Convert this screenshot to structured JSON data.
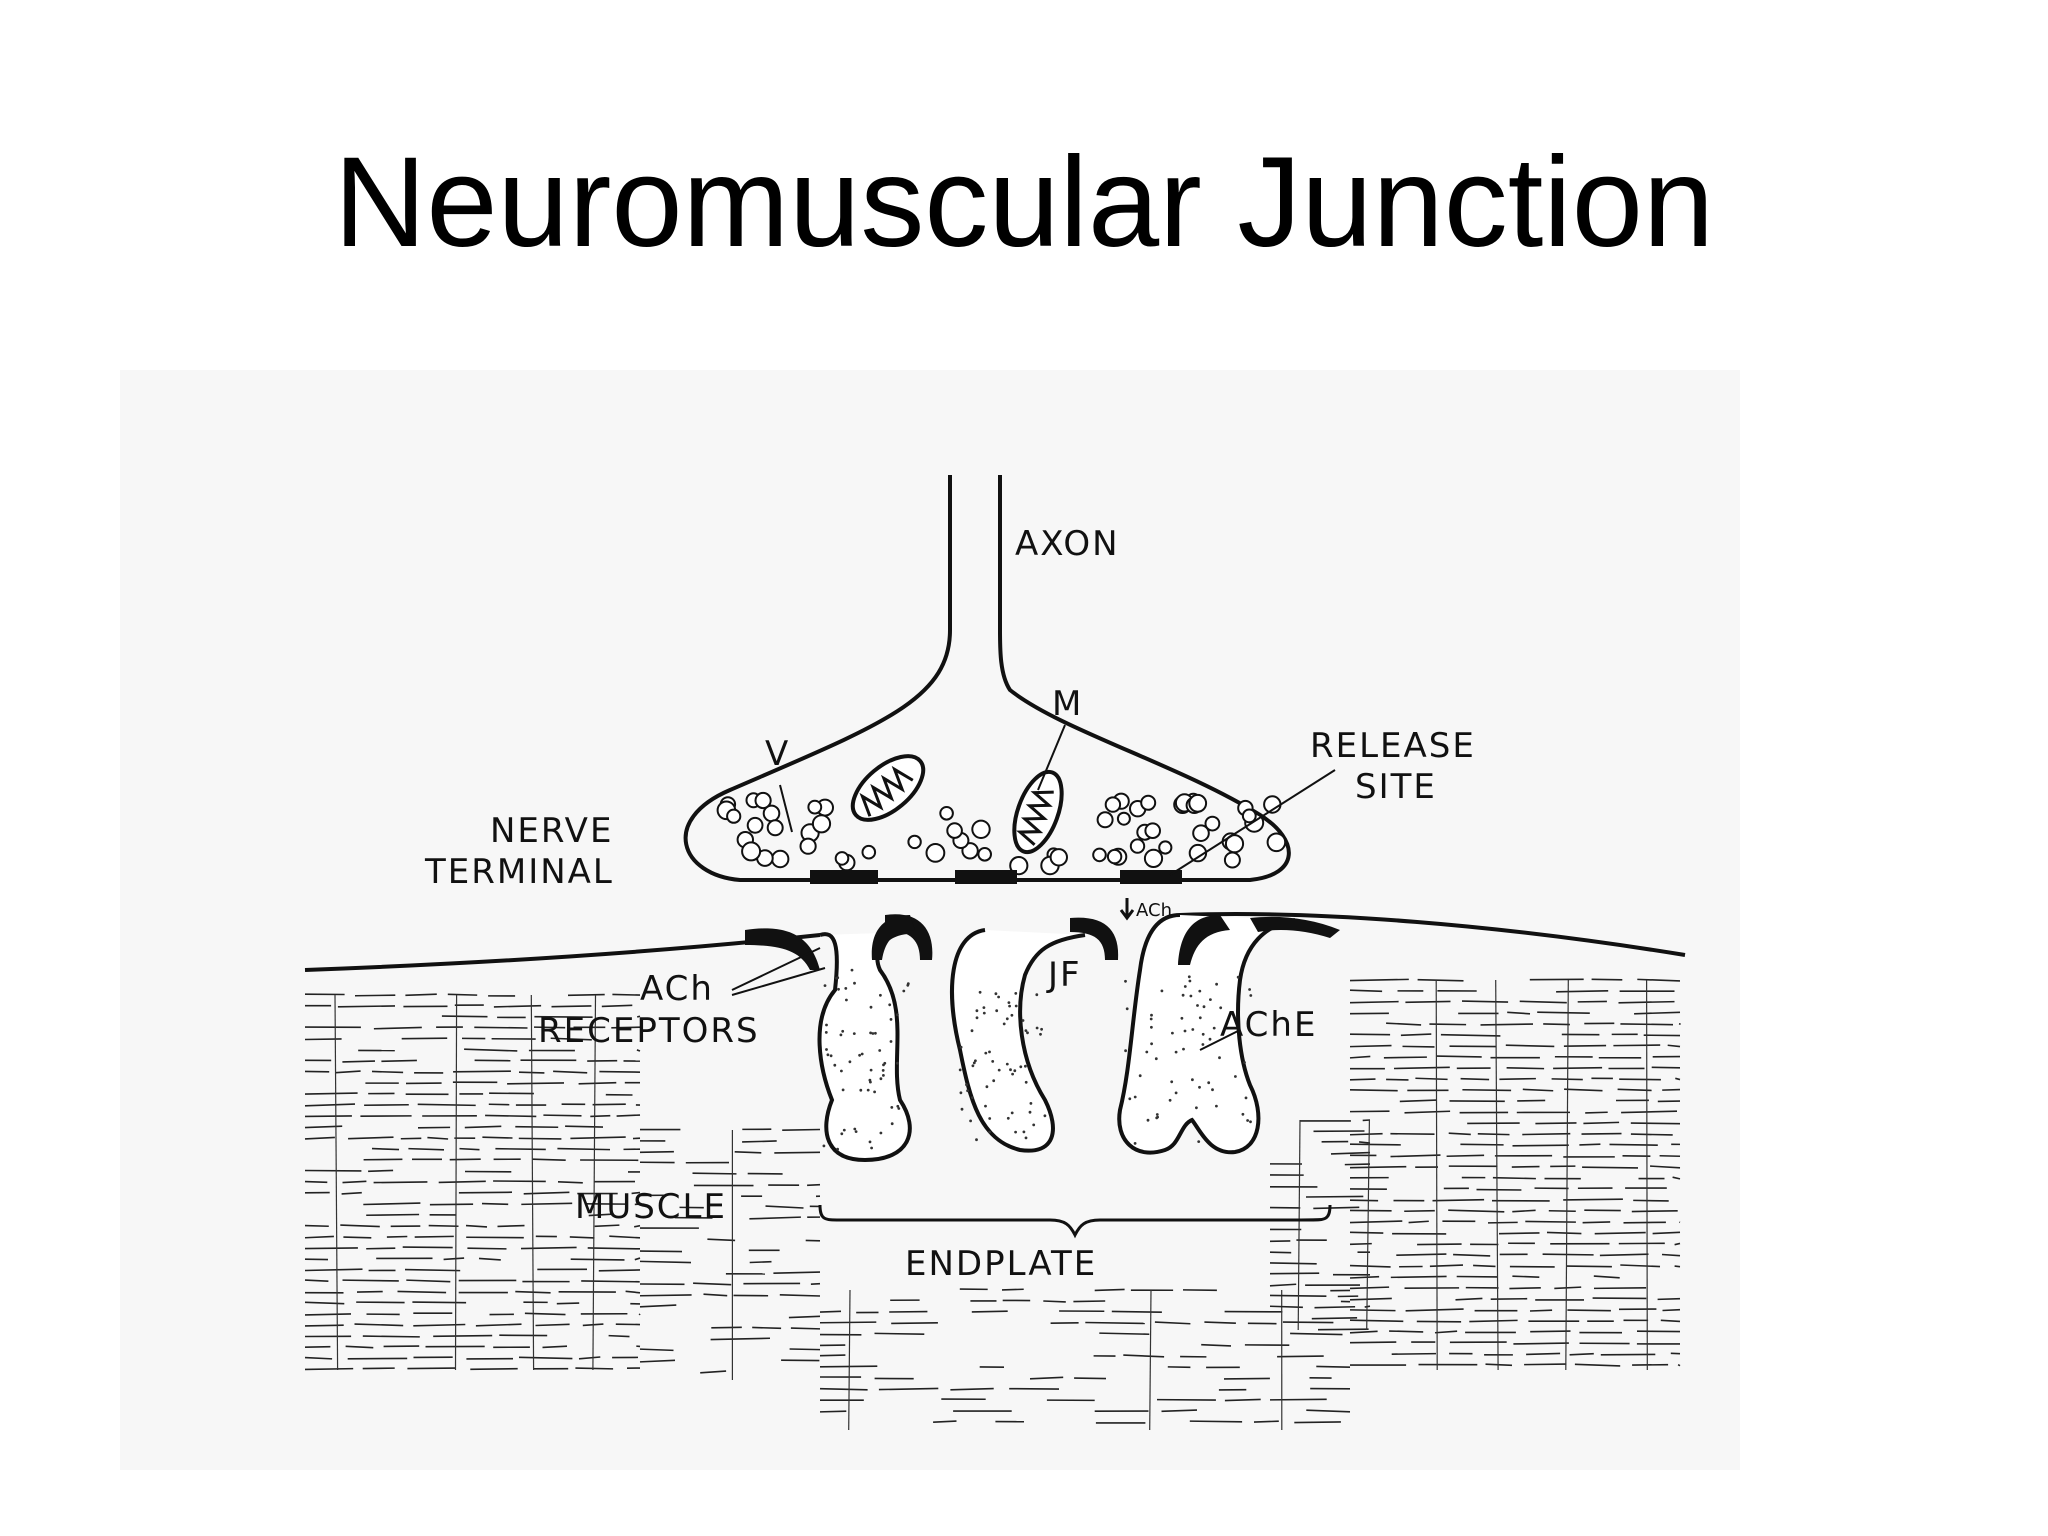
{
  "slide": {
    "title": "Neuromuscular Junction"
  },
  "diagram": {
    "labels": {
      "axon": "AXON",
      "mitochondrion": "M",
      "vesicle": "V",
      "release_site_line1": "RELEASE",
      "release_site_line2": "SITE",
      "nerve_terminal_line1": "NERVE",
      "nerve_terminal_line2": "TERMINAL",
      "ach_small": "ACh",
      "jf": "JF",
      "ach_receptors_line1": "ACh",
      "ach_receptors_line2": "RECEPTORS",
      "ache": "AChE",
      "muscle": "MUSCLE",
      "endplate": "ENDPLATE"
    }
  }
}
